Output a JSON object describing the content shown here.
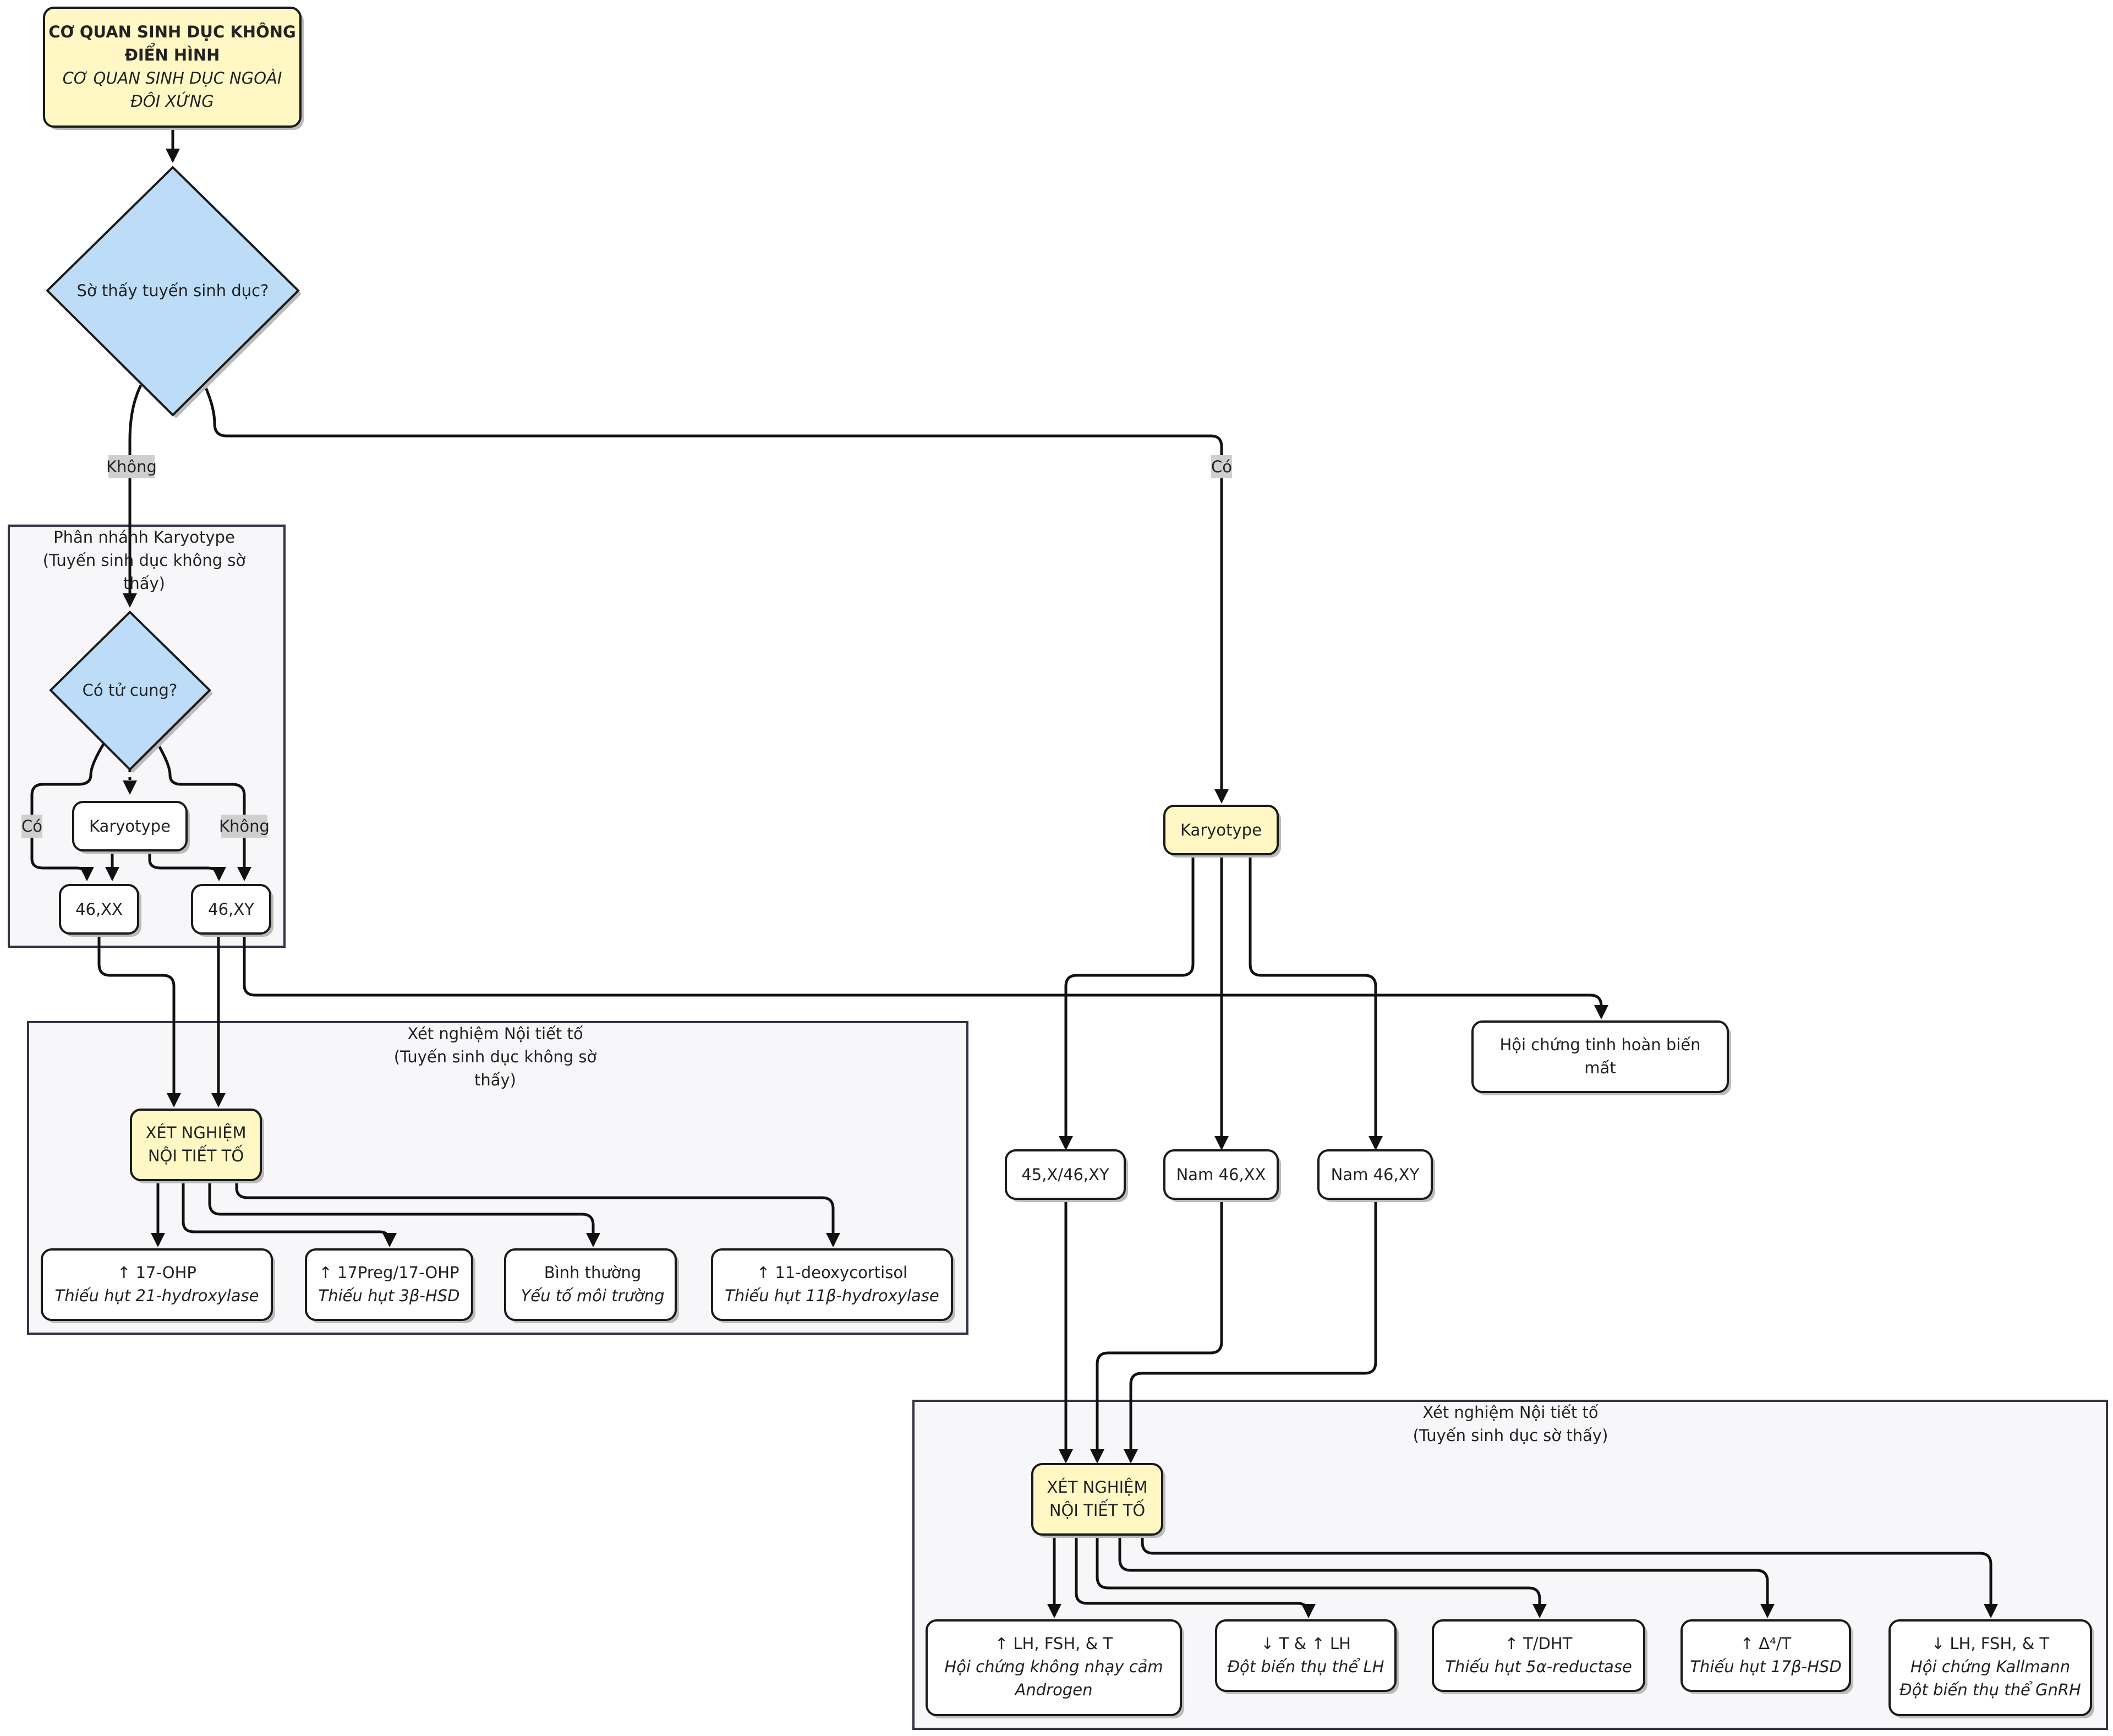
{
  "colors": {
    "start_fill": "#fff8c4",
    "decision_fill": "#bcdcf7",
    "process_fill": "#ffffff",
    "highlight_fill": "#fff8c4",
    "cluster_fill": "#f7f7fa"
  },
  "start": {
    "line1": "CƠ QUAN SINH DỤC KHÔNG",
    "line2": "ĐIỂN HÌNH",
    "line3": "CƠ QUAN SINH DỤC NGOÀI",
    "line4": "ĐÔI XỨNG"
  },
  "decision_gonads": "Sờ thấy tuyến sinh dục?",
  "edge_labels": {
    "no": "Không",
    "yes": "Có",
    "uterus_yes": "Có",
    "uterus_no": "Không"
  },
  "cluster_karyotype": {
    "line1": "Phân nhánh Karyotype",
    "line2": "(Tuyến sinh dục không sờ",
    "line3": "thấy)"
  },
  "decision_uterus": "Có tử cung?",
  "karyotype_small": "Karyotype",
  "k46xx": "46,XX",
  "k46xy": "46,XY",
  "cluster_hormone_left": {
    "line1": "Xét nghiệm Nội tiết tố",
    "line2": "(Tuyến sinh dục không sờ",
    "line3": "thấy)"
  },
  "hormone_left": {
    "line1": "XÉT NGHIỆM",
    "line2": "NỘI TIẾT TỐ"
  },
  "left_results": [
    {
      "line1": "↑ 17-OHP",
      "line2": "Thiếu hụt 21-hydroxylase"
    },
    {
      "line1": "↑ 17Preg/17-OHP",
      "line2": "Thiếu hụt 3β-HSD"
    },
    {
      "line1": "Bình thường",
      "line2": "Yếu tố môi trường"
    },
    {
      "line1": "↑ 11-deoxycortisol",
      "line2": "Thiếu hụt 11β-hydroxylase"
    }
  ],
  "karyotype_right": "Karyotype",
  "vanishing_testis": {
    "line1": "Hội chứng tinh hoàn biến",
    "line2": "mất"
  },
  "k45x": "45,X/46,XY",
  "male46xx": "Nam 46,XX",
  "male46xy": "Nam 46,XY",
  "cluster_hormone_right": {
    "line1": "Xét nghiệm Nội tiết tố",
    "line2": "(Tuyến sinh dục sờ thấy)"
  },
  "hormone_right": {
    "line1": "XÉT NGHIỆM",
    "line2": "NỘI TIẾT TỐ"
  },
  "right_results": [
    {
      "line1": "↑ LH, FSH, & T",
      "line2": "Hội chứng không nhạy cảm",
      "line3": "Androgen"
    },
    {
      "line1": "↓ T & ↑ LH",
      "line2": "Đột biến thụ thể LH",
      "line3": ""
    },
    {
      "line1": "↑ T/DHT",
      "line2": "Thiếu hụt 5α-reductase",
      "line3": ""
    },
    {
      "line1": "↑ Δ⁴/T",
      "line2": "Thiếu hụt 17β-HSD",
      "line3": ""
    },
    {
      "line1": "↓ LH, FSH, & T",
      "line2": "Hội chứng Kallmann",
      "line3": "Đột biến thụ thể GnRH"
    }
  ]
}
